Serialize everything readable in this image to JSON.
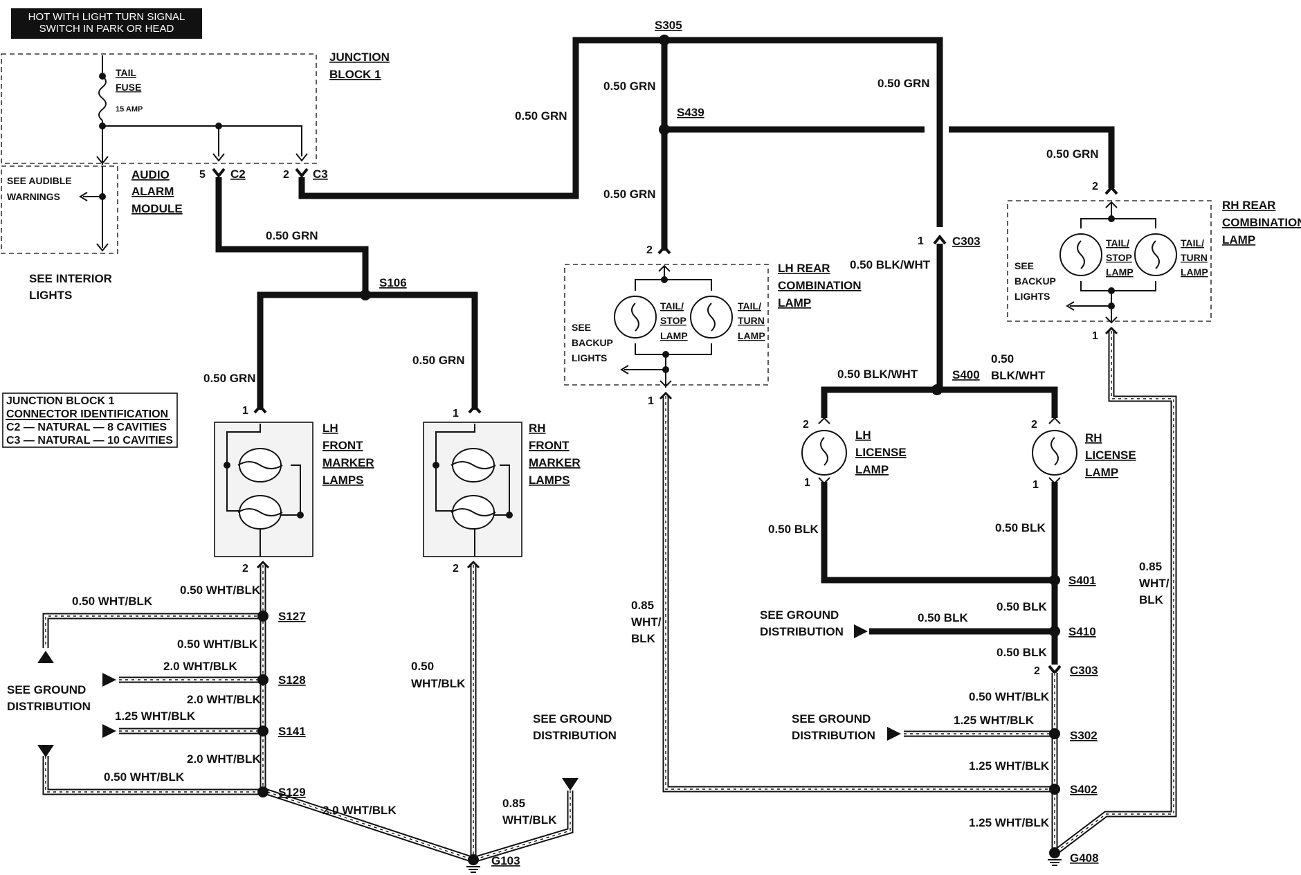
{
  "header": {
    "banner_line1": "HOT WITH LIGHT TURN SIGNAL",
    "banner_line2": "SWITCH IN PARK OR HEAD"
  },
  "junction_block": {
    "title_line1": "JUNCTION",
    "title_line2": "BLOCK 1",
    "fuse_line1": "TAIL",
    "fuse_line2": "FUSE",
    "fuse_rating": "15 AMP",
    "pin_c2": "5",
    "conn_c2": "C2",
    "pin_c3": "2",
    "conn_c3": "C3"
  },
  "audible": {
    "label_line1": "SEE AUDIBLE",
    "label_line2": "WARNINGS"
  },
  "audio_alarm": {
    "line1": "AUDIO",
    "line2": "ALARM",
    "line3": "MODULE"
  },
  "interior": {
    "line1": "SEE INTERIOR",
    "line2": "LIGHTS"
  },
  "conn_id": {
    "line1": "JUNCTION BLOCK 1",
    "line2": "CONNECTOR IDENTIFICATION",
    "line3": "C2 — NATURAL — 8 CAVITIES",
    "line4": "C3 — NATURAL — 10 CAVITIES"
  },
  "splices": {
    "s305": "S305",
    "s439": "S439",
    "s106": "S106",
    "s400": "S400",
    "s401": "S401",
    "s410": "S410",
    "s127": "S127",
    "s128": "S128",
    "s141": "S141",
    "s129": "S129",
    "s302": "S302",
    "s402": "S402",
    "c303_top": "C303",
    "c303_bot": "C303",
    "g103": "G103",
    "g408": "G408"
  },
  "wires": {
    "grn_050": "0.50 GRN",
    "blkwht_050": "0.50 BLK/WHT",
    "blkwht_split_1": "0.50",
    "blkwht_split_2": "BLK/WHT",
    "blk_050": "0.50 BLK",
    "whtblk_050": "0.50 WHT/BLK",
    "whtblk_20": "2.0 WHT/BLK",
    "whtblk_125": "1.25 WHT/BLK",
    "whtblk_085": "0.85 WHT/BLK",
    "num_050": "0.50",
    "num_085": "0.85",
    "wht_slash": "WHT/",
    "wht_blk": "WHT/BLK",
    "blk": "BLK"
  },
  "components": {
    "lh_front": [
      "LH",
      "FRONT",
      "MARKER",
      "LAMPS"
    ],
    "rh_front": [
      "RH",
      "FRONT",
      "MARKER",
      "LAMPS"
    ],
    "lh_rear": [
      "LH REAR",
      "COMBINATION",
      "LAMP"
    ],
    "rh_rear": [
      "RH REAR",
      "COMBINATION",
      "LAMP"
    ],
    "lh_license": [
      "LH",
      "LICENSE",
      "LAMP"
    ],
    "rh_license": [
      "RH",
      "LICENSE",
      "LAMP"
    ],
    "tail_stop": [
      "TAIL/",
      "STOP",
      "LAMP"
    ],
    "tail_turn": [
      "TAIL/",
      "TURN",
      "LAMP"
    ],
    "backup": [
      "SEE",
      "BACKUP",
      "LIGHTS"
    ]
  },
  "ground": {
    "line1": "SEE GROUND",
    "line2": "DISTRIBUTION"
  },
  "pins": {
    "p1": "1",
    "p2": "2"
  }
}
